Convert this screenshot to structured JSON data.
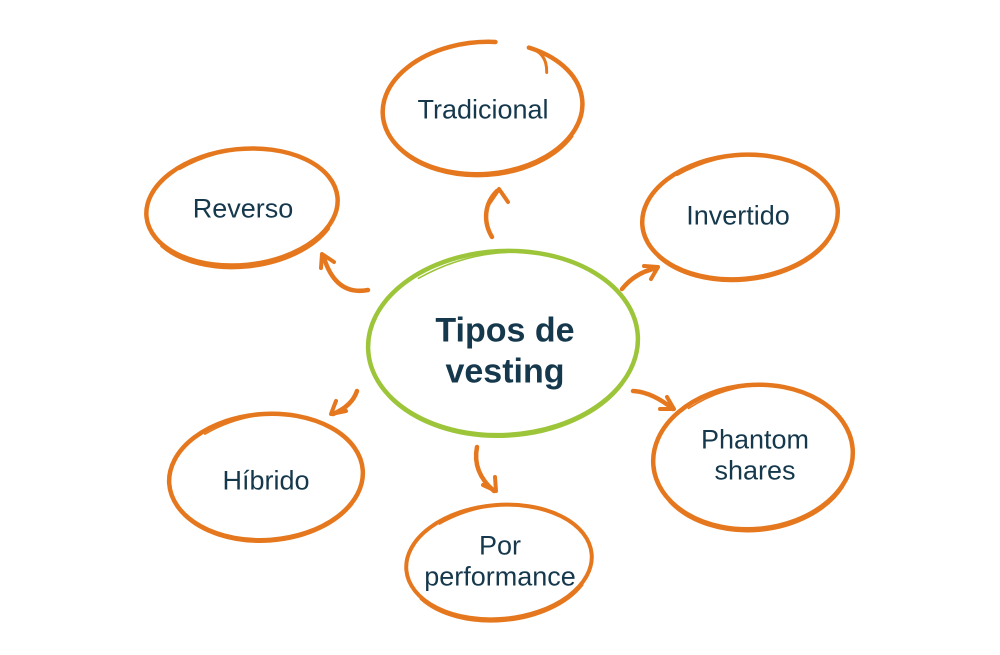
{
  "colors": {
    "accent_orange": "#e5781e",
    "accent_green": "#9dc53a",
    "text": "#15384c",
    "background": "#ffffff"
  },
  "diagram": {
    "type": "mindmap",
    "center": {
      "label": "Tipos de vesting"
    },
    "nodes": [
      {
        "id": "tradicional",
        "label": "Tradicional"
      },
      {
        "id": "invertido",
        "label": "Invertido"
      },
      {
        "id": "phantom-shares",
        "label": "Phantom shares"
      },
      {
        "id": "por-performance",
        "label": "Por performance"
      },
      {
        "id": "hibrido",
        "label": "Híbrido"
      },
      {
        "id": "reverso",
        "label": "Reverso"
      }
    ]
  }
}
